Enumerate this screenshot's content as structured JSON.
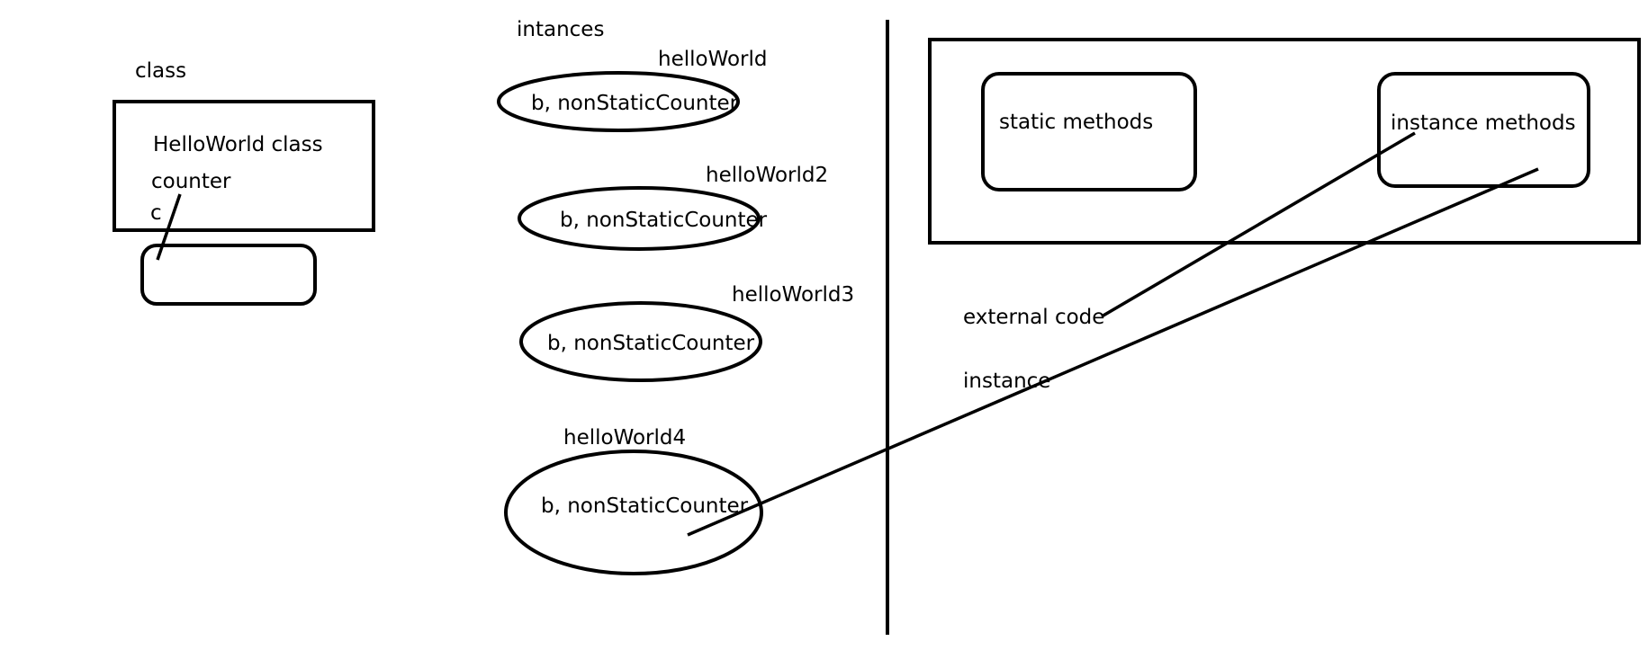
{
  "class_section": {
    "heading": "class",
    "box_title": "HelloWorld class",
    "field_counter": "counter",
    "field_c": "c"
  },
  "instances_section": {
    "heading": "intances",
    "items": [
      {
        "name": "helloWorld",
        "fields": "b, nonStaticCounter"
      },
      {
        "name": "helloWorld2",
        "fields": "b, nonStaticCounter"
      },
      {
        "name": "helloWorld3",
        "fields": "b, nonStaticCounter"
      },
      {
        "name": "helloWorld4",
        "fields": "b, nonStaticCounter"
      }
    ]
  },
  "methods_section": {
    "static_methods": "static methods",
    "instance_methods": "instance methods"
  },
  "callers": {
    "external_code": "external code",
    "instance": "instance"
  },
  "colors": {
    "stroke": "#000000",
    "background": "#ffffff"
  }
}
